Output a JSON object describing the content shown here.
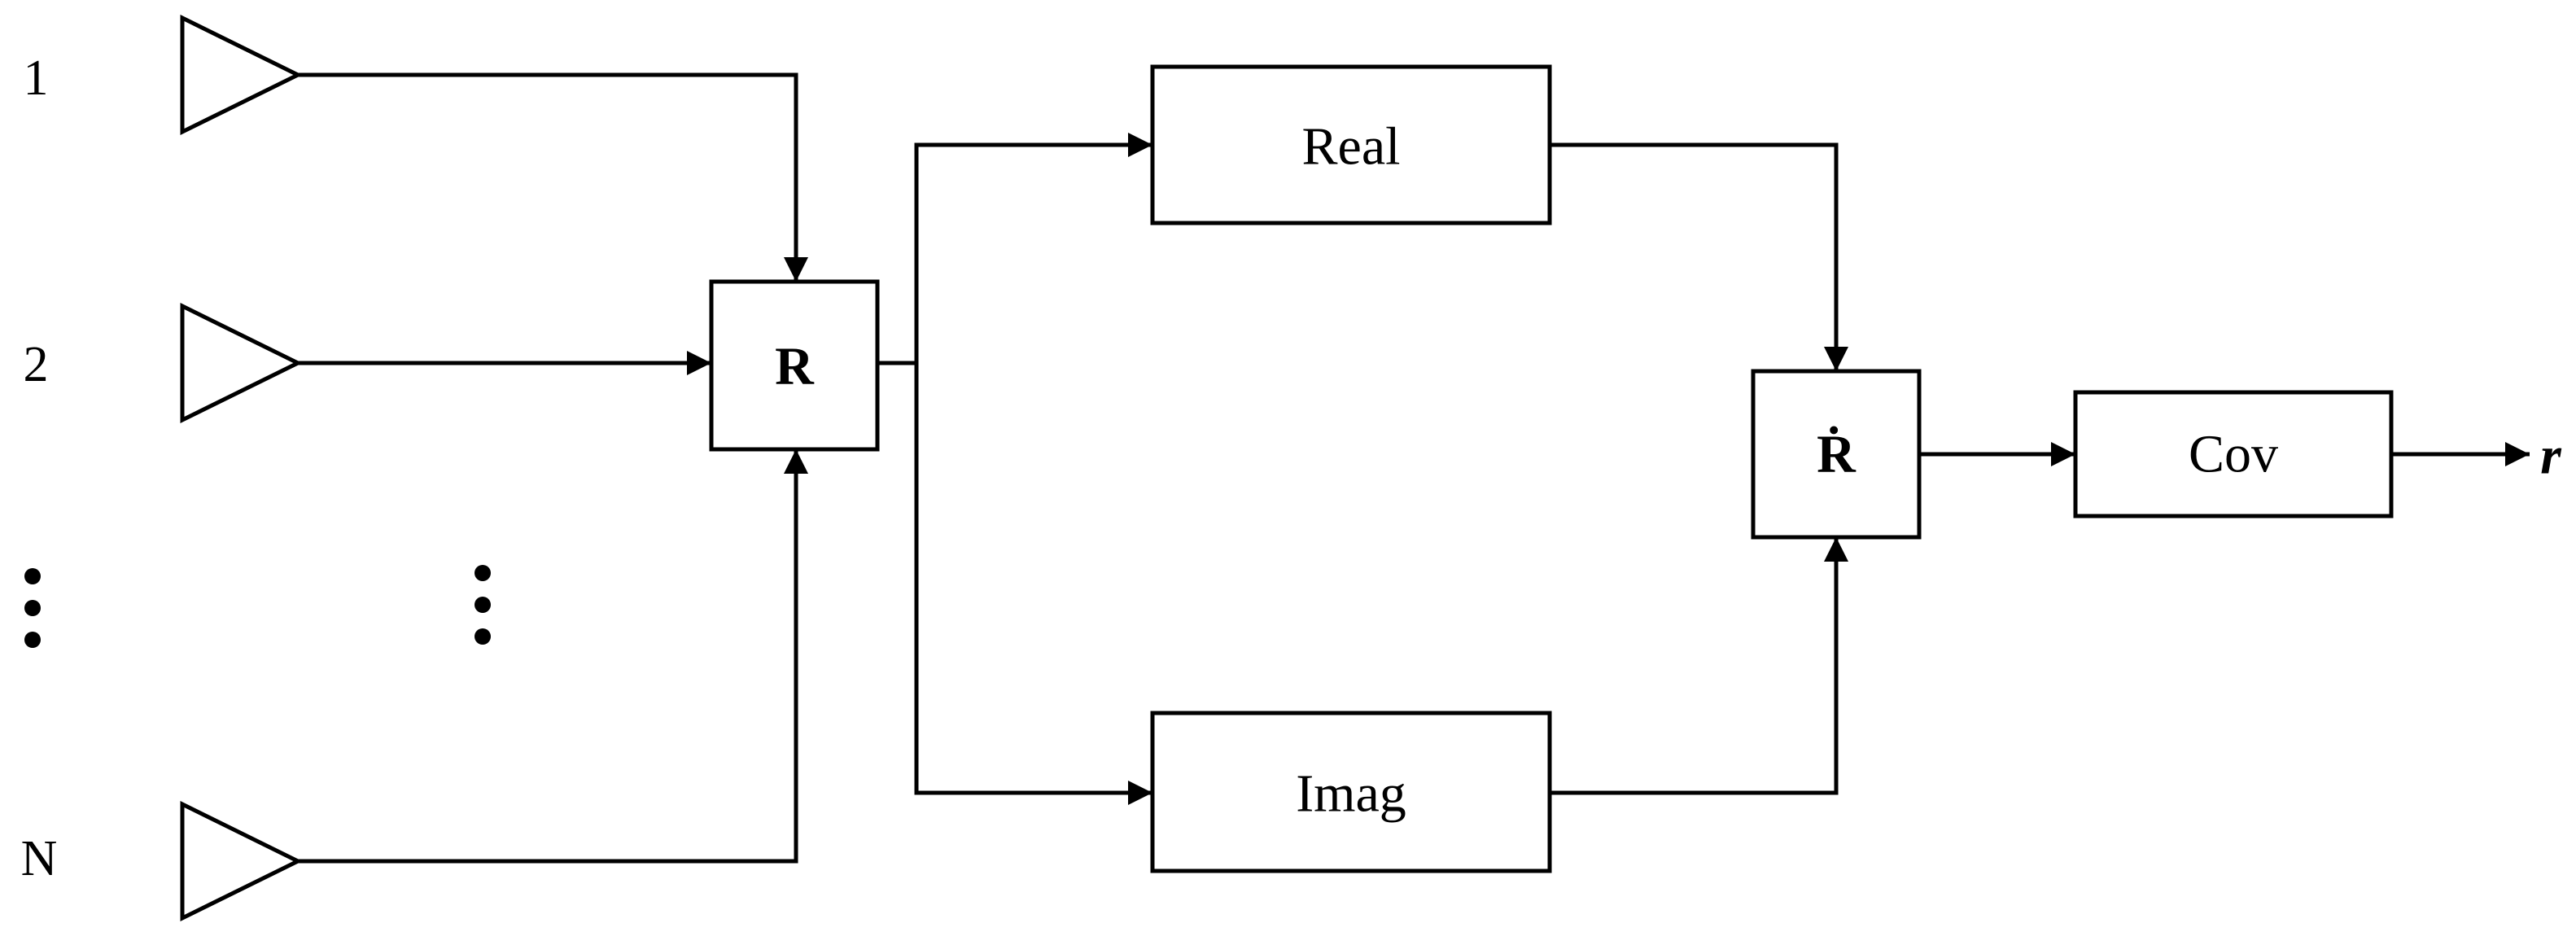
{
  "diagram": {
    "inputs": [
      {
        "label": "1"
      },
      {
        "label": "2"
      },
      {
        "label": "N"
      }
    ],
    "blocks": {
      "r_block": "R",
      "real_block": "Real",
      "imag_block": "Imag",
      "rdot_block": "Ṙ",
      "cov_block": "Cov"
    },
    "output": "r"
  },
  "colors": {
    "stroke": "#000000",
    "background": "#ffffff"
  }
}
